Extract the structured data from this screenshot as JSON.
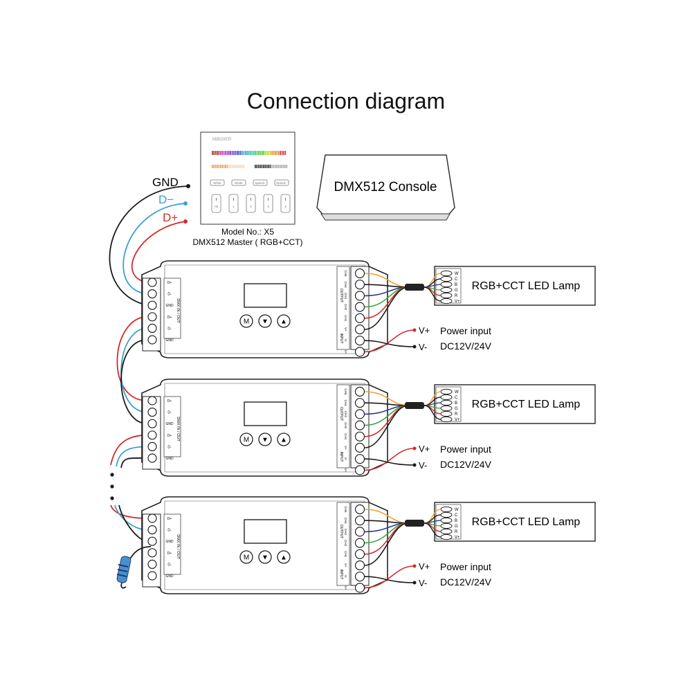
{
  "title": "Connection diagram",
  "bus": {
    "gnd": "GND",
    "dminus": "D−",
    "dplus": "D+"
  },
  "panel": {
    "brand": "MiBOXER",
    "buttons": [
      "White",
      "Mode",
      "Speed+",
      "Speed−"
    ],
    "zones": [
      "All",
      "1",
      "2",
      "3",
      "4"
    ],
    "model": "Model No.: X5",
    "desc": "DMX512 Master ( RGB+CCT)"
  },
  "console": "DMX512 Console",
  "decoder": {
    "dmx_terms": [
      "D+",
      "D-",
      "GND",
      "D+",
      "D-",
      "GND"
    ],
    "dmx_label": "DMX IN / OUT",
    "out_terms": [
      "CH5",
      "CH4",
      "CH3",
      "CH2",
      "CH1",
      "V+"
    ],
    "output_label": "OUTPUT",
    "in_terms": [
      "V-",
      "V+"
    ],
    "input_label": "INPUT",
    "buttons": [
      "M",
      "▼",
      "▲"
    ]
  },
  "lamp": {
    "label": "RGB+CCT LED Lamp",
    "pins": [
      "W",
      "C",
      "B",
      "G",
      "R",
      "V+"
    ]
  },
  "power": {
    "vplus": "V+",
    "vminus": "V-",
    "label": "Power input",
    "voltage": "DC12V/24V"
  },
  "colors": {
    "black": "#1a1a1a",
    "blue": "#3a9fd0",
    "red": "#d42a2a",
    "green": "#3aa53a",
    "orange": "#f0a030",
    "navy": "#2a3f8f",
    "resistor": "#4a8fd0"
  },
  "units": [
    "unit-1",
    "unit-2",
    "unit-3"
  ]
}
